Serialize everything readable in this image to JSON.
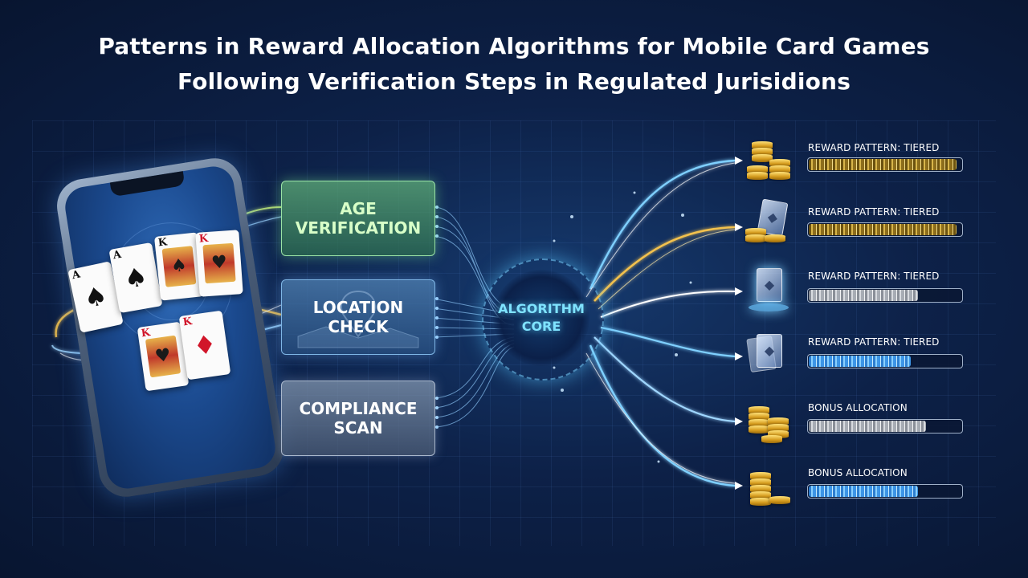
{
  "title": {
    "line1": "Patterns in Reward Allocation Algorithms for Mobile Card Games",
    "line2": "Following Verification Steps in Regulated Jurisidions"
  },
  "colors": {
    "background": "#0a1733",
    "age_box": "#5faf78",
    "location_box": "#5082b4",
    "compliance_box": "#8296af",
    "core_text": "#7fe3ff",
    "gold_flow": "#f2c14e",
    "blue_flow": "#7fd0ff"
  },
  "cards": [
    {
      "rank": "A",
      "suit": "♠",
      "color": "black",
      "face": false
    },
    {
      "rank": "A",
      "suit": "♠",
      "color": "black",
      "face": false
    },
    {
      "rank": "K",
      "suit": "♠",
      "color": "black",
      "face": true
    },
    {
      "rank": "K",
      "suit": "♥",
      "color": "red",
      "face": true
    },
    {
      "rank": "K",
      "suit": "♥",
      "color": "red",
      "face": true
    },
    {
      "rank": "K",
      "suit": "♦",
      "color": "red",
      "face": false
    }
  ],
  "verification_steps": [
    {
      "label": "AGE\nVERIFICATION",
      "icon": "age-icon"
    },
    {
      "label": "LOCATION\nCHECK",
      "icon": "map-pin-icon"
    },
    {
      "label": "COMPLIANCE\nSCAN",
      "icon": "shield-icon"
    }
  ],
  "core": {
    "label": "ALGORITHM\nCORE"
  },
  "rewards": [
    {
      "label": "REWARD PATTERN: TIERED",
      "icon": "coin-stack-icon",
      "fill_style": "gold",
      "fill": 0.97
    },
    {
      "label": "REWARD PATTERN: TIERED",
      "icon": "card-and-coins-icon",
      "fill_style": "gold",
      "fill": 0.97
    },
    {
      "label": "REWARD PATTERN: TIERED",
      "icon": "glowing-card-icon",
      "fill_style": "silver",
      "fill": 0.72
    },
    {
      "label": "REWARD PATTERN: TIERED",
      "icon": "card-pack-icon",
      "fill_style": "blue",
      "fill": 0.67
    },
    {
      "label": "BONUS ALLOCATION",
      "icon": "coin-stack-icon",
      "fill_style": "silver",
      "fill": 0.77
    },
    {
      "label": "BONUS ALLOCATION",
      "icon": "coin-stack-icon",
      "fill_style": "blue",
      "fill": 0.72
    }
  ]
}
